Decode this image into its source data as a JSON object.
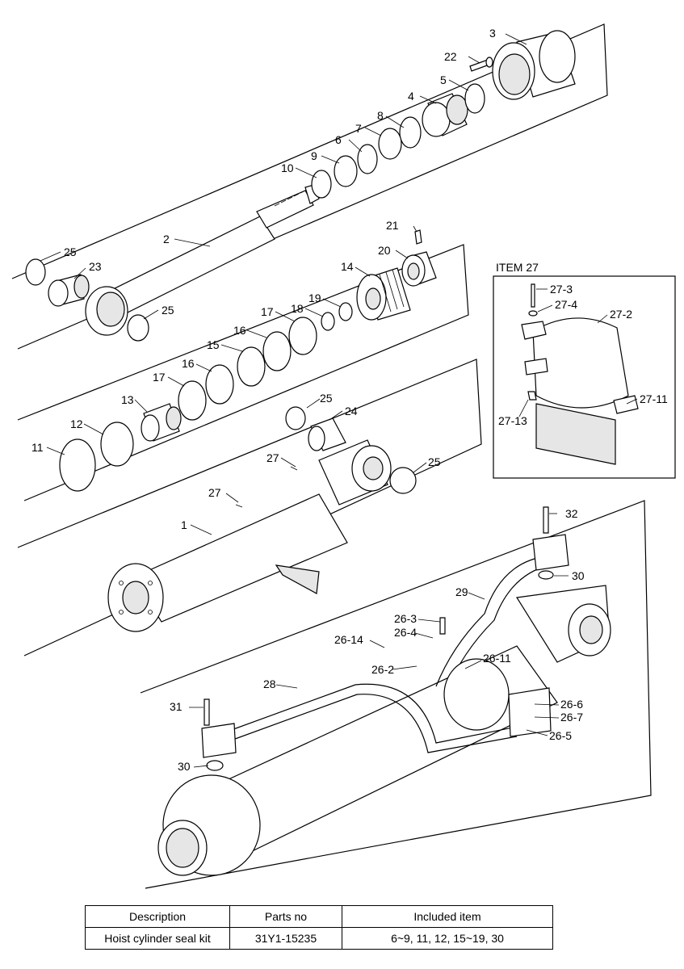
{
  "callouts": {
    "c1": "1",
    "c2": "2",
    "c3": "3",
    "c4": "4",
    "c5": "5",
    "c6": "6",
    "c7": "7",
    "c8": "8",
    "c9": "9",
    "c10": "10",
    "c11": "11",
    "c12": "12",
    "c13": "13",
    "c14": "14",
    "c15": "15",
    "c16a": "16",
    "c16b": "16",
    "c17a": "17",
    "c17b": "17",
    "c18": "18",
    "c19": "19",
    "c20": "20",
    "c21": "21",
    "c22": "22",
    "c23": "23",
    "c24": "24",
    "c25a": "25",
    "c25b": "25",
    "c25c": "25",
    "c25d": "25",
    "c26_2": "26-2",
    "c26_3": "26-3",
    "c26_4": "26-4",
    "c26_5": "26-5",
    "c26_6": "26-6",
    "c26_7": "26-7",
    "c26_11": "26-11",
    "c26_14": "26-14",
    "c27a": "27",
    "c27b": "27",
    "c28": "28",
    "c29": "29",
    "c30a": "30",
    "c30b": "30",
    "c31": "31",
    "c32": "32"
  },
  "item27": {
    "title": "ITEM 27",
    "labels": {
      "l27_2": "27-2",
      "l27_3": "27-3",
      "l27_4": "27-4",
      "l27_11": "27-11",
      "l27_13": "27-13"
    }
  },
  "table": {
    "headers": [
      "Description",
      "Parts no",
      "Included item"
    ],
    "rows": [
      [
        "Hoist cylinder seal kit",
        "31Y1-15235",
        "6~9, 11, 12, 15~19, 30"
      ]
    ]
  }
}
